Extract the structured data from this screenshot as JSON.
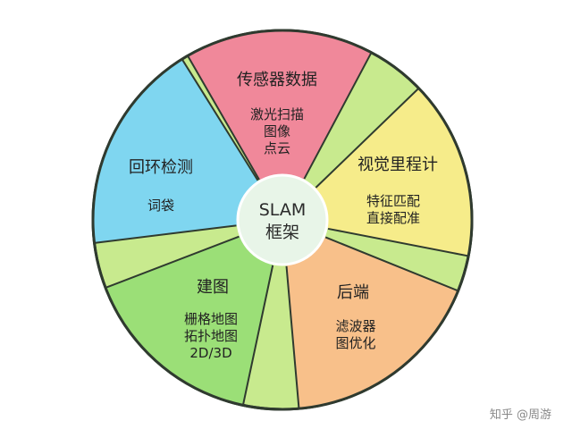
{
  "center": {
    "line1": "SLAM",
    "line2": "框架"
  },
  "segments": [
    {
      "id": "sensor",
      "title": "传感器数据",
      "lines": [
        "激光扫描",
        "图像",
        "点云"
      ],
      "color": "#f0889a"
    },
    {
      "id": "vo",
      "title": "视觉里程计",
      "lines": [
        "特征匹配",
        "直接配准"
      ],
      "color": "#f6ec8a"
    },
    {
      "id": "backend",
      "title": "后端",
      "lines": [
        "滤波器",
        "图优化"
      ],
      "color": "#f8c08a"
    },
    {
      "id": "mapping",
      "title": "建图",
      "lines": [
        "栅格地图",
        "拓扑地图",
        "2D/3D"
      ],
      "color": "#9bdf77"
    },
    {
      "id": "loop",
      "title": "回环检测",
      "lines": [
        "词袋"
      ],
      "color": "#7fd6f0"
    }
  ],
  "gap_color": "#c8ea8e",
  "watermark": "知乎 @周游"
}
